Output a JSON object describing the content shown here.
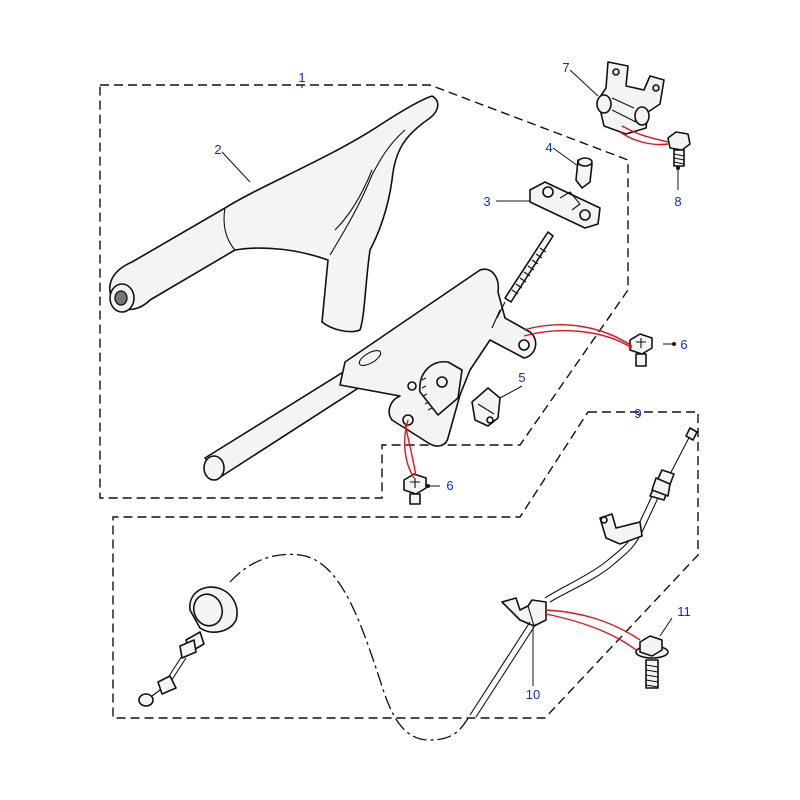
{
  "callouts": [
    {
      "id": "c1",
      "number": "1"
    },
    {
      "id": "c2",
      "number": "2"
    },
    {
      "id": "c3",
      "number": "3"
    },
    {
      "id": "c4",
      "number": "4"
    },
    {
      "id": "c5",
      "number": "5"
    },
    {
      "id": "c6a",
      "number": "6"
    },
    {
      "id": "c6b",
      "number": "6"
    },
    {
      "id": "c7",
      "number": "7"
    },
    {
      "id": "c8",
      "number": "8"
    },
    {
      "id": "c9",
      "number": "9"
    },
    {
      "id": "c10",
      "number": "10"
    },
    {
      "id": "c11",
      "number": "11"
    }
  ],
  "colors": {
    "callout_text": "#0b2fb3",
    "fastener_leader": "#e0141a",
    "line": "#111111"
  }
}
